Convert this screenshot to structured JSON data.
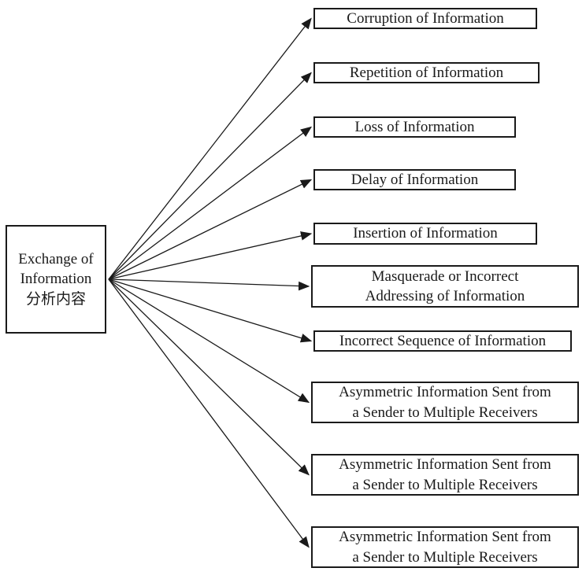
{
  "source": {
    "label": "Exchange of\nInformation\n分析内容"
  },
  "targets": [
    {
      "label": "Corruption of Information"
    },
    {
      "label": "Repetition of Information"
    },
    {
      "label": "Loss of Information"
    },
    {
      "label": "Delay of Information"
    },
    {
      "label": "Insertion of Information"
    },
    {
      "label": "Masquerade or Incorrect\nAddressing of Information"
    },
    {
      "label": "Incorrect Sequence of Information"
    },
    {
      "label": "Asymmetric Information Sent from\na Sender to Multiple Receivers"
    },
    {
      "label": "Asymmetric Information Sent from\na Sender to Multiple Receivers"
    },
    {
      "label": "Asymmetric Information Sent from\na Sender to Multiple Receivers"
    }
  ],
  "colors": {
    "line": "#1a1a1a",
    "border": "#1a1a1a",
    "background": "#ffffff",
    "text": "#1a1a1a"
  }
}
